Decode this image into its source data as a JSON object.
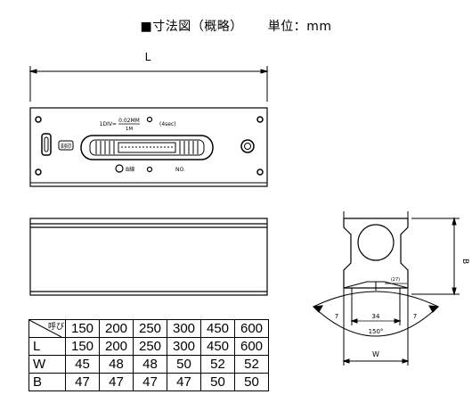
{
  "header": {
    "title": "■寸法図（概略）",
    "unit": "単位：mm"
  },
  "front_view": {
    "length_label": "L",
    "div_prefix": "1DIV=",
    "div_value": "0.02MM",
    "div_denominator": "1M",
    "div_seconds": "(4sec)",
    "plate_label": "B線",
    "no_label": "NO.",
    "tag_label": "刻印"
  },
  "end_view": {
    "height_label": "B",
    "width_label": "W",
    "dim_34": "34",
    "dim_7_left": "7",
    "dim_7_right": "7",
    "angle": "150°",
    "small_label": "(27)"
  },
  "table": {
    "header_corner": "呼び",
    "columns": [
      "150",
      "200",
      "250",
      "300",
      "450",
      "600"
    ],
    "rows": [
      {
        "label": "L",
        "values": [
          "150",
          "200",
          "250",
          "300",
          "450",
          "600"
        ]
      },
      {
        "label": "W",
        "values": [
          "45",
          "48",
          "48",
          "50",
          "52",
          "52"
        ]
      },
      {
        "label": "B",
        "values": [
          "47",
          "47",
          "47",
          "47",
          "50",
          "50"
        ]
      }
    ]
  }
}
